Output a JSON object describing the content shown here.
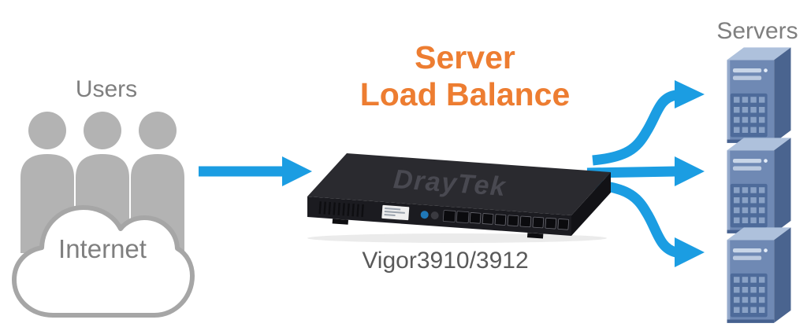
{
  "diagram": {
    "title_line1": "Server",
    "title_line2": "Load Balance",
    "users_label": "Users",
    "internet_label": "Internet",
    "servers_label": "Servers",
    "device_label": "Vigor3910/3912",
    "device_brand": "DrayTek"
  },
  "icons": {
    "users": "people-group-icon",
    "internet": "cloud-icon",
    "device": "rack-router-icon",
    "servers": "server-tower-icon",
    "flow": "arrow-icon"
  },
  "colors": {
    "arrow_blue": "#1B9DE2",
    "title_orange": "#ED7D31",
    "label_gray": "#7F7F7F",
    "device_text_gray": "#595959",
    "people_gray": "#B3B3B3",
    "cloud_stroke_gray": "#A6A6A6",
    "router_black": "#2A2A2F",
    "server_blue": "#6F89B4",
    "server_blue_light": "#AEC1DC",
    "server_blue_dark": "#4A648F"
  }
}
